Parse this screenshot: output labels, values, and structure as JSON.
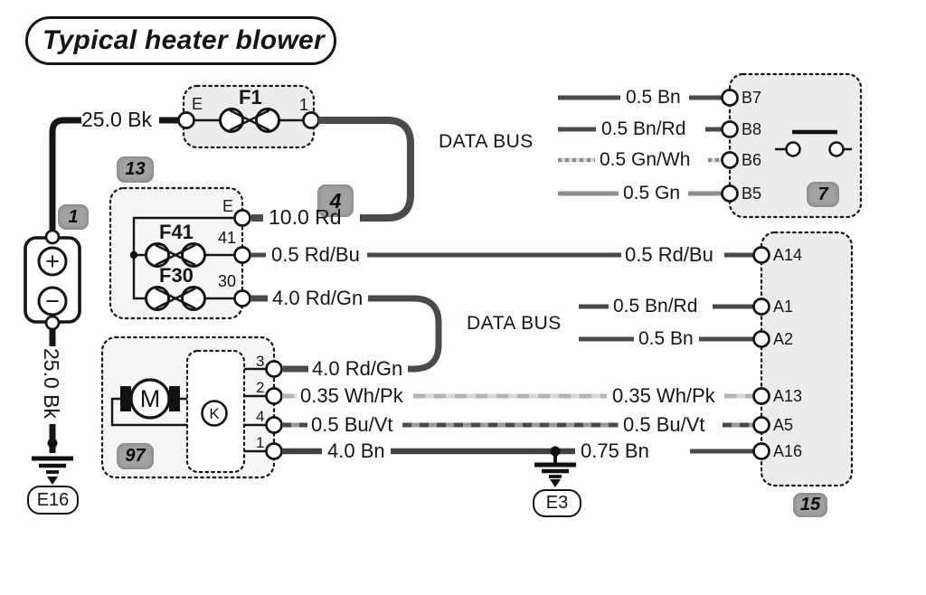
{
  "colors": {
    "paper": "#fdfdfd",
    "ink": "#151515",
    "wire-dark": "#4a4a4a",
    "wire-medium": "#8e8e8e",
    "wire-light": "#d8d8d8",
    "box-fill": "#ececec",
    "box-fill-2": "#f5f5f5",
    "badge": "#a2a2a2"
  },
  "title": "Typical heater blower",
  "data_bus": {
    "upper": "DATA BUS",
    "lower": "DATA BUS"
  },
  "battery": {
    "badge": "1",
    "plus": "+",
    "minus": "−",
    "feed_wire": "25.0 Bk",
    "ground_wire": "25.0 Bk",
    "ground_ref": "E16"
  },
  "fuse_f1": {
    "badge": "4",
    "name": "F1",
    "terminal_in": "E",
    "terminal_out": "1",
    "output_wire": "10.0 Rd"
  },
  "fusebox": {
    "badge": "13",
    "terminal_e": "E",
    "f41_name": "F41",
    "f41_terminal": "41",
    "f41_wire": "0.5 Rd/Bu",
    "f30_name": "F30",
    "f30_terminal": "30",
    "f30_wire": "4.0 Rd/Gn"
  },
  "blower": {
    "badge": "97",
    "motor_label": "M",
    "module_label": "K",
    "t3": "3",
    "t3_wire": "4.0 Rd/Gn",
    "t2": "2",
    "t2_wire": "0.35 Wh/Pk",
    "t4": "4",
    "t4_wire": "0.5 Bu/Vt",
    "t1": "1",
    "t1_wire": "4.0 Bn"
  },
  "switch_unit": {
    "badge": "7",
    "rows": [
      {
        "wire": "0.5 Bn",
        "terminal": "B7"
      },
      {
        "wire": "0.5 Bn/Rd",
        "terminal": "B8"
      },
      {
        "wire": "0.5 Gn/Wh",
        "terminal": "B6"
      },
      {
        "wire": "0.5 Gn",
        "terminal": "B5"
      }
    ]
  },
  "control_unit": {
    "badge": "15",
    "rows": [
      {
        "wire": "0.5 Rd/Bu",
        "terminal": "A14"
      },
      {
        "wire": "0.5 Bn/Rd",
        "terminal": "A1"
      },
      {
        "wire": "0.5 Bn",
        "terminal": "A2"
      },
      {
        "wire": "0.35 Wh/Pk",
        "terminal": "A13"
      },
      {
        "wire": "0.5 Bu/Vt",
        "terminal": "A5"
      },
      {
        "wire": "0.75 Bn",
        "terminal": "A16"
      }
    ]
  },
  "grounds": {
    "mid_ref": "E3"
  }
}
